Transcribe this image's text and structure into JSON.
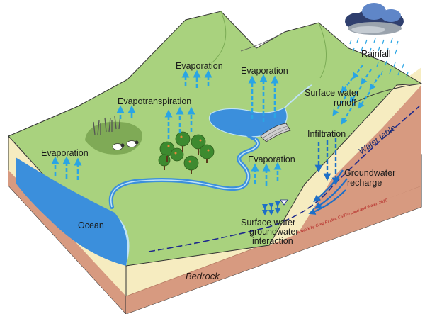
{
  "labels": {
    "evaporation_left": "Evaporation",
    "evapotranspiration": "Evapotranspiration",
    "evaporation_top": "Evaporation",
    "evaporation_lake": "Evaporation",
    "evaporation_river": "Evaporation",
    "rainfall": "Rainfall",
    "surface_runoff_1": "Surface water",
    "surface_runoff_2": "runoff",
    "infiltration": "Infiltration",
    "water_table": "Water table",
    "groundwater_recharge_1": "Groundwater",
    "groundwater_recharge_2": "recharge",
    "interaction_1": "Surface water-",
    "interaction_2": "groundwater",
    "interaction_3": "interaction",
    "ocean": "Ocean",
    "bedrock": "Bedrock",
    "credit": "Artwork by Greg Rinder, CSIRO Land and Water, 2010"
  },
  "colors": {
    "land": "#a9d27e",
    "land_dark": "#8fc06a",
    "soil": "#f6ecc0",
    "bedrock": "#d79a80",
    "water": "#3b8fdc",
    "water_light": "#bfe3f6",
    "arrow": "#2aa5e4",
    "water_table": "#1e2a8c"
  }
}
